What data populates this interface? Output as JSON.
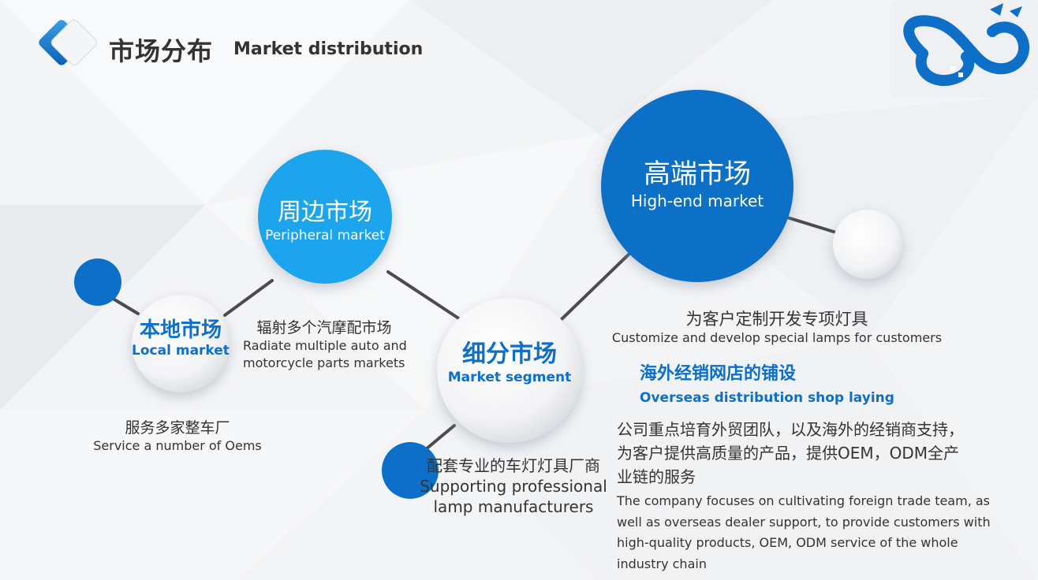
{
  "header": {
    "title_zh": "市场分布",
    "title_en": "Market distribution"
  },
  "icons": {
    "title_badge": "diamond-chevron-icon",
    "brand_logo": "infinity-bird-logo"
  },
  "colors": {
    "primary_blue": "#0d6fc7",
    "light_blue": "#1ba5ec",
    "text_dark": "#333333"
  },
  "nodes": {
    "local": {
      "zh": "本地市场",
      "en": "Local market"
    },
    "peripheral": {
      "zh": "周边市场",
      "en": "Peripheral market"
    },
    "segment": {
      "zh": "细分市场",
      "en": "Market segment"
    },
    "highend": {
      "zh": "高端市场",
      "en": "High-end market"
    }
  },
  "labels": {
    "local_desc_zh": "服务多家整车厂",
    "local_desc_en": "Service a number of Oems",
    "peripheral_desc_zh": "辐射多个汽摩配市场",
    "peripheral_desc_en_1": "Radiate multiple auto and",
    "peripheral_desc_en_2": "motorcycle parts markets",
    "segment_desc_zh": "配套专业的车灯灯具厂商",
    "segment_desc_en_1": "Supporting professional",
    "segment_desc_en_2": "lamp manufacturers",
    "highend_desc_zh": "为客户定制开发专项灯具",
    "highend_desc_en": "Customize and develop special lamps for customers"
  },
  "overseas": {
    "heading_zh": "海外经销网店的铺设",
    "heading_en": "Overseas distribution shop laying",
    "body_zh_1": "公司重点培育外贸团队，以及海外的经销商支持，",
    "body_zh_2": "为客户提供高质量的产品，提供OEM，ODM全产",
    "body_zh_3": "业链的服务",
    "body_en_1": "The company focuses on cultivating foreign trade team, as",
    "body_en_2": "well as overseas dealer support, to provide customers with",
    "body_en_3": "high-quality products, OEM, ODM service of the whole",
    "body_en_4": "industry chain"
  }
}
